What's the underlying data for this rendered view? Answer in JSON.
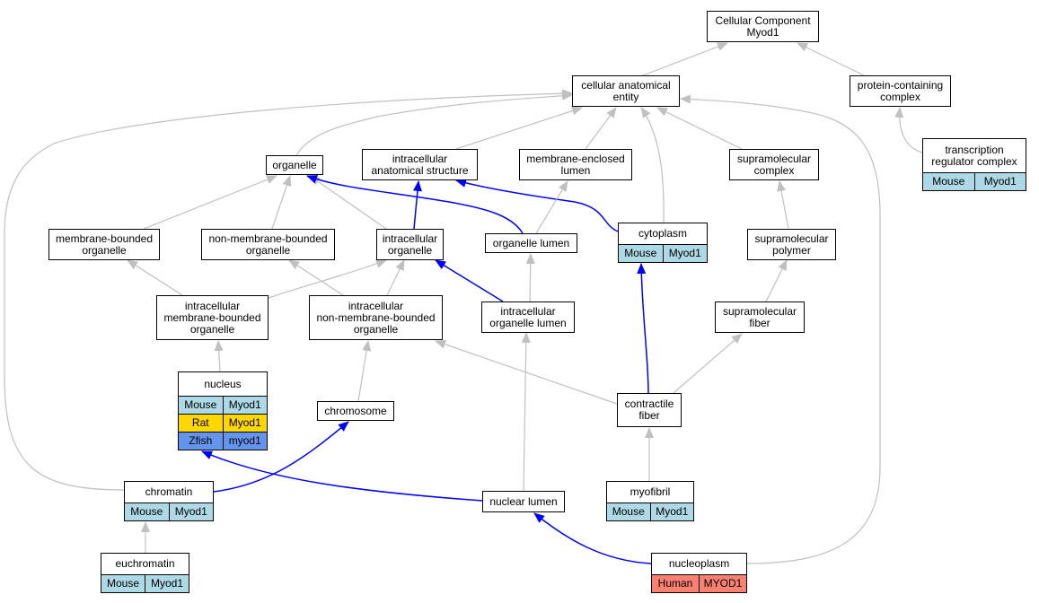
{
  "colors": {
    "edge_gray": "#c0c0c0",
    "edge_blue": "#0000ff",
    "mouse": "#add8e6",
    "rat": "#ffd700",
    "zfish": "#6495ed",
    "human": "#fa8072"
  },
  "nodes": {
    "cellular_component": {
      "lines": [
        "Cellular Component",
        "Myod1"
      ]
    },
    "cellular_anatomical_entity": {
      "lines": [
        "cellular anatomical",
        "entity"
      ]
    },
    "protein_containing_complex": {
      "lines": [
        "protein-containing",
        "complex"
      ]
    },
    "organelle": {
      "lines": [
        "organelle"
      ]
    },
    "intracellular_anatomical_structure": {
      "lines": [
        "intracellular",
        "anatomical structure"
      ]
    },
    "membrane_enclosed_lumen": {
      "lines": [
        "membrane-enclosed",
        "lumen"
      ]
    },
    "supramolecular_complex": {
      "lines": [
        "supramolecular",
        "complex"
      ]
    },
    "transcription_regulator_complex": {
      "lines": [
        "transcription",
        "regulator complex"
      ],
      "annotations": [
        {
          "species": "Mouse",
          "gene": "Myod1",
          "color": "#add8e6"
        }
      ]
    },
    "membrane_bounded_organelle": {
      "lines": [
        "membrane-bounded",
        "organelle"
      ]
    },
    "non_membrane_bounded_organelle": {
      "lines": [
        "non-membrane-bounded",
        "organelle"
      ]
    },
    "intracellular_organelle": {
      "lines": [
        "intracellular",
        "organelle"
      ]
    },
    "organelle_lumen": {
      "lines": [
        "organelle lumen"
      ]
    },
    "cytoplasm": {
      "lines": [
        "cytoplasm"
      ],
      "annotations": [
        {
          "species": "Mouse",
          "gene": "Myod1",
          "color": "#add8e6"
        }
      ]
    },
    "supramolecular_polymer": {
      "lines": [
        "supramolecular",
        "polymer"
      ]
    },
    "intracellular_membrane_bounded_organelle": {
      "lines": [
        "intracellular",
        "membrane-bounded",
        "organelle"
      ]
    },
    "intracellular_non_membrane_bounded_organelle": {
      "lines": [
        "intracellular",
        "non-membrane-bounded",
        "organelle"
      ]
    },
    "intracellular_organelle_lumen": {
      "lines": [
        "intracellular",
        "organelle lumen"
      ]
    },
    "supramolecular_fiber": {
      "lines": [
        "supramolecular",
        "fiber"
      ]
    },
    "nucleus": {
      "lines": [
        "nucleus"
      ],
      "annotations": [
        {
          "species": "Mouse",
          "gene": "Myod1",
          "color": "#add8e6"
        },
        {
          "species": "Rat",
          "gene": "Myod1",
          "color": "#ffd700"
        },
        {
          "species": "Zfish",
          "gene": "myod1",
          "color": "#6495ed"
        }
      ]
    },
    "chromosome": {
      "lines": [
        "chromosome"
      ]
    },
    "contractile_fiber": {
      "lines": [
        "contractile",
        "fiber"
      ]
    },
    "chromatin": {
      "lines": [
        "chromatin"
      ],
      "annotations": [
        {
          "species": "Mouse",
          "gene": "Myod1",
          "color": "#add8e6"
        }
      ]
    },
    "nuclear_lumen": {
      "lines": [
        "nuclear lumen"
      ]
    },
    "myofibril": {
      "lines": [
        "myofibril"
      ],
      "annotations": [
        {
          "species": "Mouse",
          "gene": "Myod1",
          "color": "#add8e6"
        }
      ]
    },
    "euchromatin": {
      "lines": [
        "euchromatin"
      ],
      "annotations": [
        {
          "species": "Mouse",
          "gene": "Myod1",
          "color": "#add8e6"
        }
      ]
    },
    "nucleoplasm": {
      "lines": [
        "nucleoplasm"
      ],
      "annotations": [
        {
          "species": "Human",
          "gene": "MYOD1",
          "color": "#fa8072"
        }
      ]
    }
  },
  "edges": [
    {
      "from": "cellular_anatomical_entity",
      "to": "cellular_component",
      "type": "gray"
    },
    {
      "from": "protein_containing_complex",
      "to": "cellular_component",
      "type": "gray"
    },
    {
      "from": "organelle",
      "to": "cellular_anatomical_entity",
      "type": "gray"
    },
    {
      "from": "intracellular_anatomical_structure",
      "to": "cellular_anatomical_entity",
      "type": "gray"
    },
    {
      "from": "membrane_enclosed_lumen",
      "to": "cellular_anatomical_entity",
      "type": "gray"
    },
    {
      "from": "supramolecular_complex",
      "to": "cellular_anatomical_entity",
      "type": "gray"
    },
    {
      "from": "cytoplasm",
      "to": "cellular_anatomical_entity",
      "type": "gray"
    },
    {
      "from": "chromatin",
      "to": "cellular_anatomical_entity",
      "type": "gray"
    },
    {
      "from": "nucleoplasm",
      "to": "cellular_anatomical_entity",
      "type": "gray"
    },
    {
      "from": "transcription_regulator_complex",
      "to": "protein_containing_complex",
      "type": "gray"
    },
    {
      "from": "membrane_bounded_organelle",
      "to": "organelle",
      "type": "gray"
    },
    {
      "from": "non_membrane_bounded_organelle",
      "to": "organelle",
      "type": "gray"
    },
    {
      "from": "intracellular_organelle",
      "to": "organelle",
      "type": "gray"
    },
    {
      "from": "organelle_lumen",
      "to": "organelle",
      "type": "blue"
    },
    {
      "from": "intracellular_organelle",
      "to": "intracellular_anatomical_structure",
      "type": "blue"
    },
    {
      "from": "cytoplasm",
      "to": "intracellular_anatomical_structure",
      "type": "blue"
    },
    {
      "from": "organelle_lumen",
      "to": "membrane_enclosed_lumen",
      "type": "gray"
    },
    {
      "from": "supramolecular_polymer",
      "to": "supramolecular_complex",
      "type": "gray"
    },
    {
      "from": "intracellular_membrane_bounded_organelle",
      "to": "membrane_bounded_organelle",
      "type": "gray"
    },
    {
      "from": "intracellular_membrane_bounded_organelle",
      "to": "intracellular_organelle",
      "type": "gray"
    },
    {
      "from": "intracellular_non_membrane_bounded_organelle",
      "to": "non_membrane_bounded_organelle",
      "type": "gray"
    },
    {
      "from": "intracellular_non_membrane_bounded_organelle",
      "to": "intracellular_organelle",
      "type": "gray"
    },
    {
      "from": "intracellular_organelle_lumen",
      "to": "intracellular_organelle",
      "type": "blue"
    },
    {
      "from": "intracellular_organelle_lumen",
      "to": "organelle_lumen",
      "type": "gray"
    },
    {
      "from": "supramolecular_fiber",
      "to": "supramolecular_polymer",
      "type": "gray"
    },
    {
      "from": "nucleus",
      "to": "intracellular_membrane_bounded_organelle",
      "type": "gray"
    },
    {
      "from": "chromosome",
      "to": "intracellular_non_membrane_bounded_organelle",
      "type": "gray"
    },
    {
      "from": "contractile_fiber",
      "to": "intracellular_non_membrane_bounded_organelle",
      "type": "gray"
    },
    {
      "from": "contractile_fiber",
      "to": "cytoplasm",
      "type": "blue"
    },
    {
      "from": "contractile_fiber",
      "to": "supramolecular_fiber",
      "type": "gray"
    },
    {
      "from": "nuclear_lumen",
      "to": "intracellular_organelle_lumen",
      "type": "gray"
    },
    {
      "from": "chromatin",
      "to": "chromosome",
      "type": "blue"
    },
    {
      "from": "nuclear_lumen",
      "to": "nucleus",
      "type": "blue"
    },
    {
      "from": "myofibril",
      "to": "contractile_fiber",
      "type": "gray"
    },
    {
      "from": "euchromatin",
      "to": "chromatin",
      "type": "gray"
    },
    {
      "from": "nucleoplasm",
      "to": "nuclear_lumen",
      "type": "blue"
    }
  ]
}
